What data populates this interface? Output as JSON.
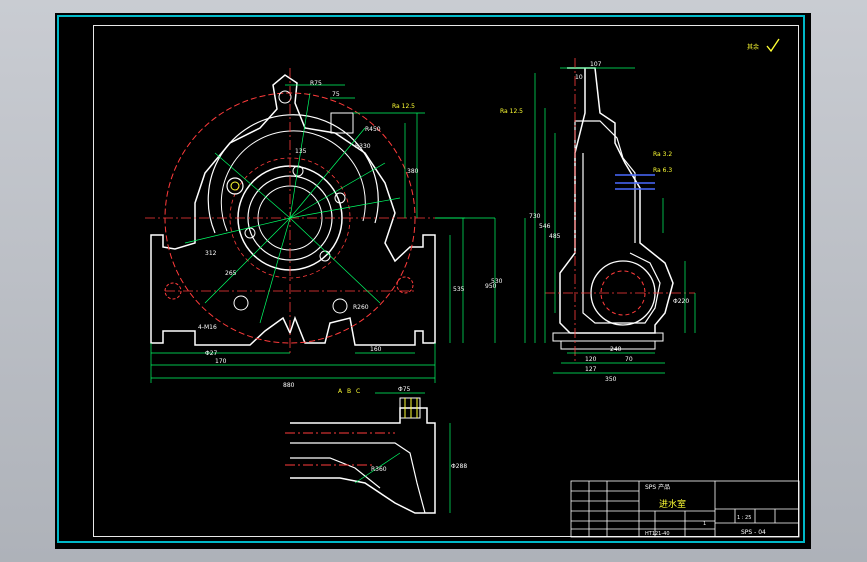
{
  "drawing": {
    "top_note": "其余",
    "title_block": {
      "project": "SPS 产品",
      "part_name": "进水室",
      "material": "HT121-40",
      "scale_row": "1 : 25",
      "drawing_no": "SPS - 04",
      "count": "1"
    },
    "section_labels": [
      "A",
      "B",
      "C"
    ],
    "roughness": [
      "Ra 12.5",
      "Ra 12.5",
      "Ra 3.2",
      "Ra 6.3"
    ],
    "dims_front": [
      "75",
      "R75",
      "135",
      "R330",
      "R450",
      "380",
      "535",
      "880",
      "170",
      "160",
      "265",
      "312",
      "950",
      "Φ27",
      "4-M16",
      "R260"
    ],
    "dims_side": [
      "107",
      "10",
      "730",
      "546",
      "485",
      "530",
      "240",
      "120",
      "70",
      "127",
      "350",
      "Φ220"
    ],
    "dims_bottom": [
      "Φ75",
      "Φ288",
      "R360"
    ]
  },
  "colors": {
    "background": "#000000",
    "outline": "#ffffff",
    "dimension": "#00ff66",
    "centerline": "#ff3b3b",
    "frame": "#00b8c8",
    "note": "#ffff33",
    "blue": "#4a6bff"
  }
}
